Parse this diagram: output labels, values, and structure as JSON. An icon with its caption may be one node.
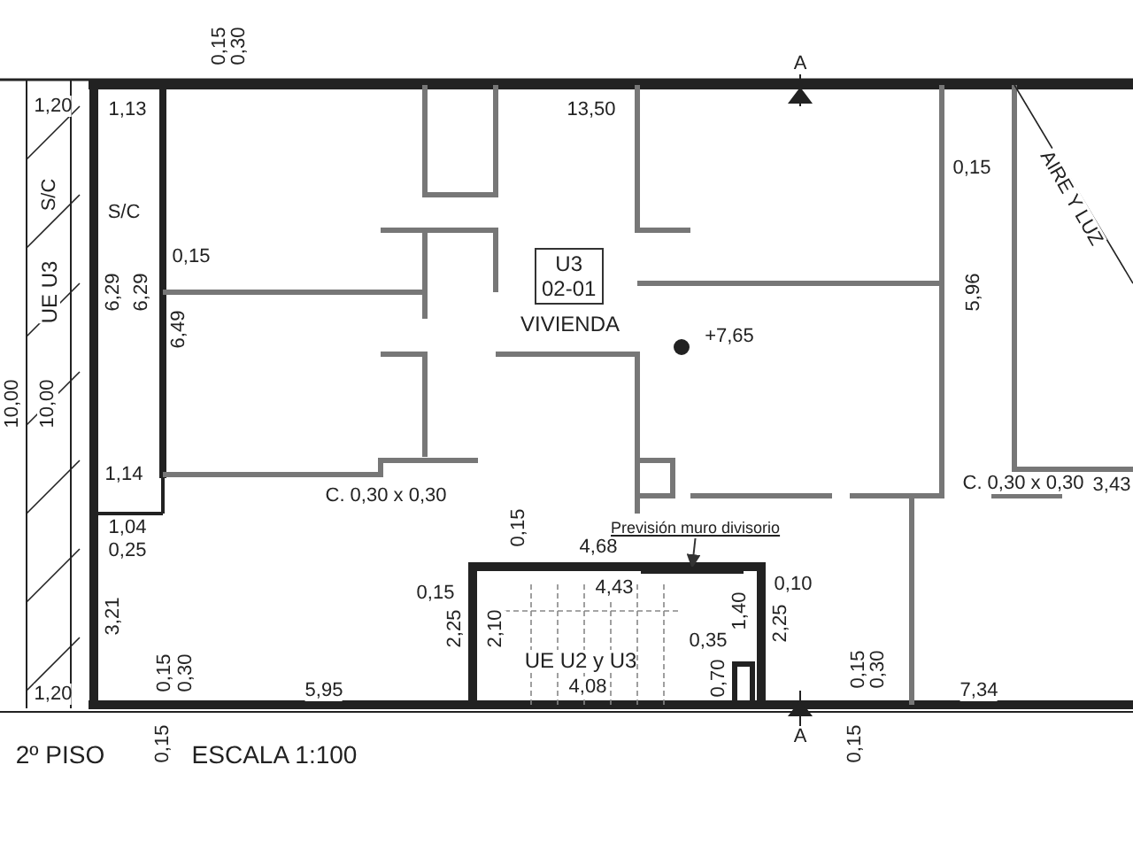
{
  "diagram": {
    "nodes": [
      {
        "text": [
          "U3",
          "02-01"
        ],
        "beside": [
          "VIVIENDA"
        ]
      },
      {
        "text": [
          "Previsión muro divisorio"
        ]
      },
      {
        "text": [],
        "shape": "bar"
      }
    ],
    "edges": [
      {
        "from": 1,
        "to": 2,
        "arrow": "to"
      }
    ],
    "labels": [
      "A",
      "0,15",
      "0,30",
      "1,20",
      "1,13",
      "13,50",
      "AIRE Y LUZ",
      "S/C",
      "S/C",
      "0,15",
      "0,15",
      "5,96",
      "UE U3",
      "6,29",
      "6,29",
      "6,49",
      "+7,65",
      "10,00",
      "10,00",
      "1,14",
      "C. 0,30 x 0,30",
      "C. 0,30 x 0,30",
      "3,43",
      "1,04",
      "0,25",
      "0,15",
      "4,68",
      "0,15",
      "4,43",
      "0,10",
      "3,21",
      "2,25",
      "2,10",
      "1,40",
      "2,25",
      "0,35",
      "UE U2 y U3",
      "1,20",
      "0,15",
      "0,30",
      "5,95",
      "4,08",
      "0,70",
      "0,15",
      "0,30",
      "7,34",
      "A",
      "0,15",
      "0,15",
      "2º PISO",
      "ESCALA 1:100"
    ]
  }
}
